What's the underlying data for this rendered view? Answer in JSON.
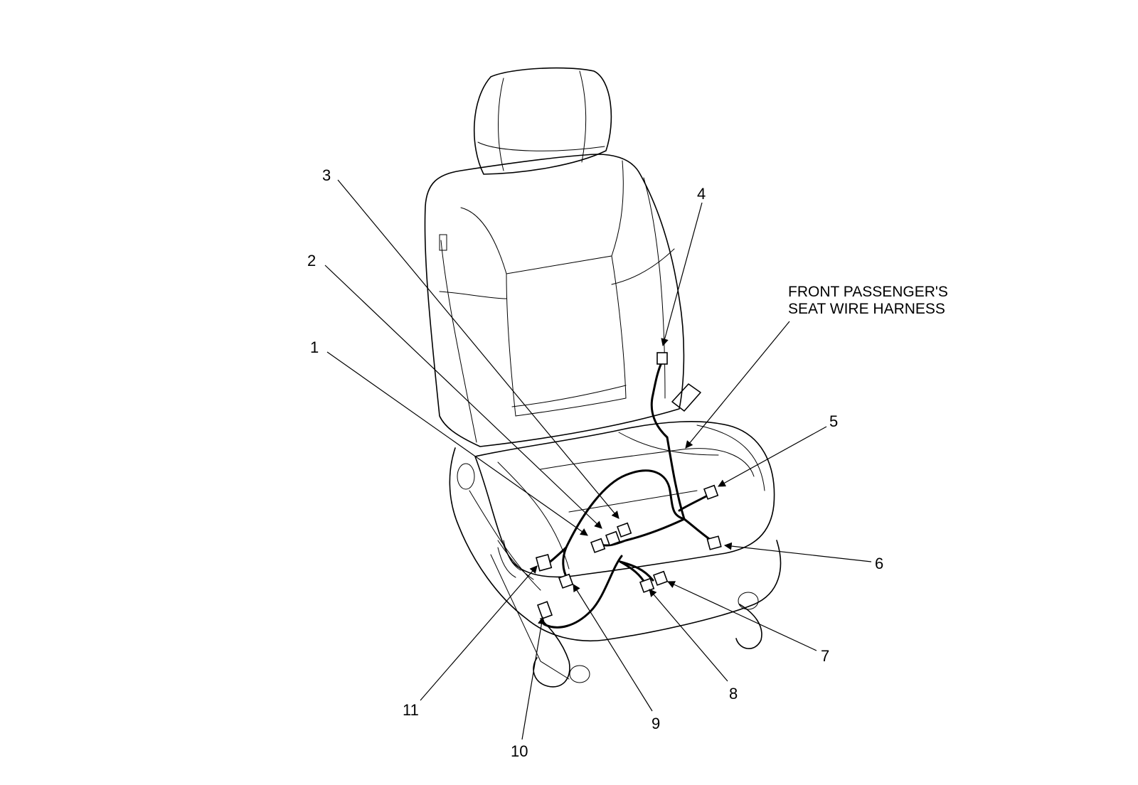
{
  "callouts": [
    {
      "id": 1,
      "label": "1"
    },
    {
      "id": 2,
      "label": "2"
    },
    {
      "id": 3,
      "label": "3"
    },
    {
      "id": 4,
      "label": "4"
    },
    {
      "id": 5,
      "label": "5"
    },
    {
      "id": 6,
      "label": "6"
    },
    {
      "id": 7,
      "label": "7"
    },
    {
      "id": 8,
      "label": "8"
    },
    {
      "id": 9,
      "label": "9"
    },
    {
      "id": 10,
      "label": "10"
    },
    {
      "id": 11,
      "label": "11"
    }
  ],
  "harness_label": {
    "line1": "FRONT PASSENGER'S",
    "line2": "SEAT WIRE HARNESS"
  },
  "colors": {
    "line": "#000000",
    "background": "#ffffff"
  }
}
